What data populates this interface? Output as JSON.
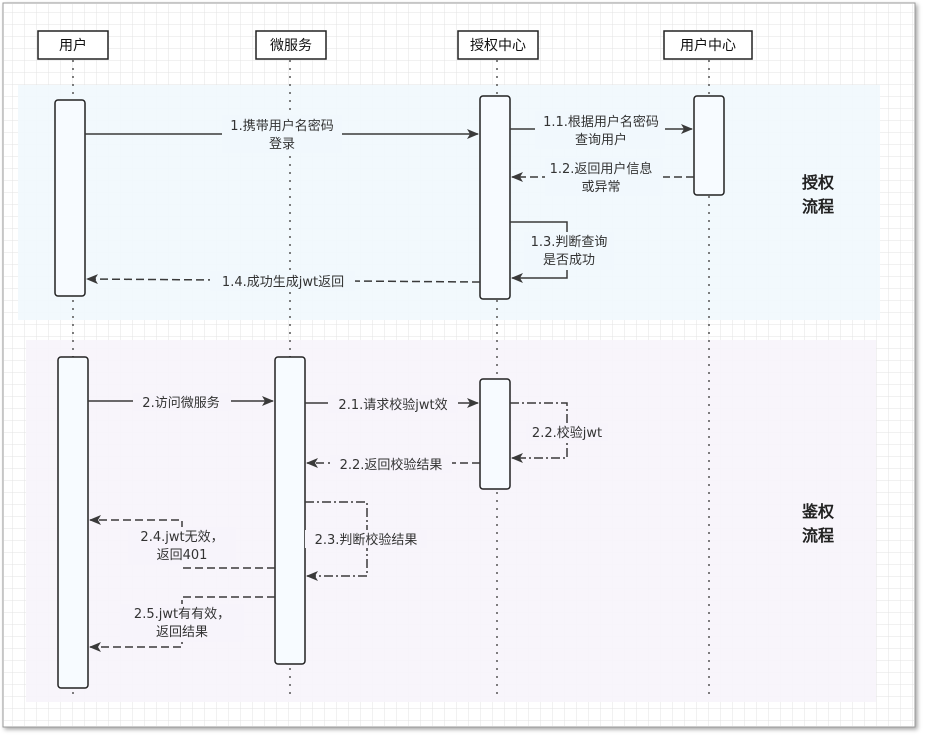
{
  "actors": [
    {
      "id": "user",
      "label": "用户"
    },
    {
      "id": "micro",
      "label": "微服务"
    },
    {
      "id": "auth",
      "label": "授权中心"
    },
    {
      "id": "ucenter",
      "label": "用户中心"
    }
  ],
  "sections": {
    "auth": {
      "line1": "授权",
      "line2": "流程"
    },
    "authz": {
      "line1": "鉴权",
      "line2": "流程"
    }
  },
  "messages": {
    "m1": {
      "line1": "1.携带用户名密码",
      "line2": "登录"
    },
    "m1_1": {
      "line1": "1.1.根据用户名密码",
      "line2": "查询用户"
    },
    "m1_2": {
      "line1": "1.2.返回用户信息",
      "line2": "或异常"
    },
    "m1_3": {
      "line1": "1.3.判断查询",
      "line2": "是否成功"
    },
    "m1_4": {
      "line1": "1.4.成功生成jwt返回"
    },
    "m2": {
      "line1": "2.访问微服务"
    },
    "m2_1": {
      "line1": "2.1.请求校验jwt效"
    },
    "m2_2a": {
      "line1": "2.2.校验jwt"
    },
    "m2_2b": {
      "line1": "2.2.返回校验结果"
    },
    "m2_3": {
      "line1": "2.3.判断校验结果"
    },
    "m2_4": {
      "line1": "2.4.jwt无效，",
      "line2": "返回401"
    },
    "m2_5": {
      "line1": "2.5.jwt有有效，",
      "line2": "返回结果"
    }
  },
  "colors": {
    "grid": "#e3e3e3",
    "auth_band": "#f1f8fd",
    "authz_band": "#f7f4fb",
    "stroke": "#3a3a3a",
    "activation_fill": "#f7fbff"
  }
}
